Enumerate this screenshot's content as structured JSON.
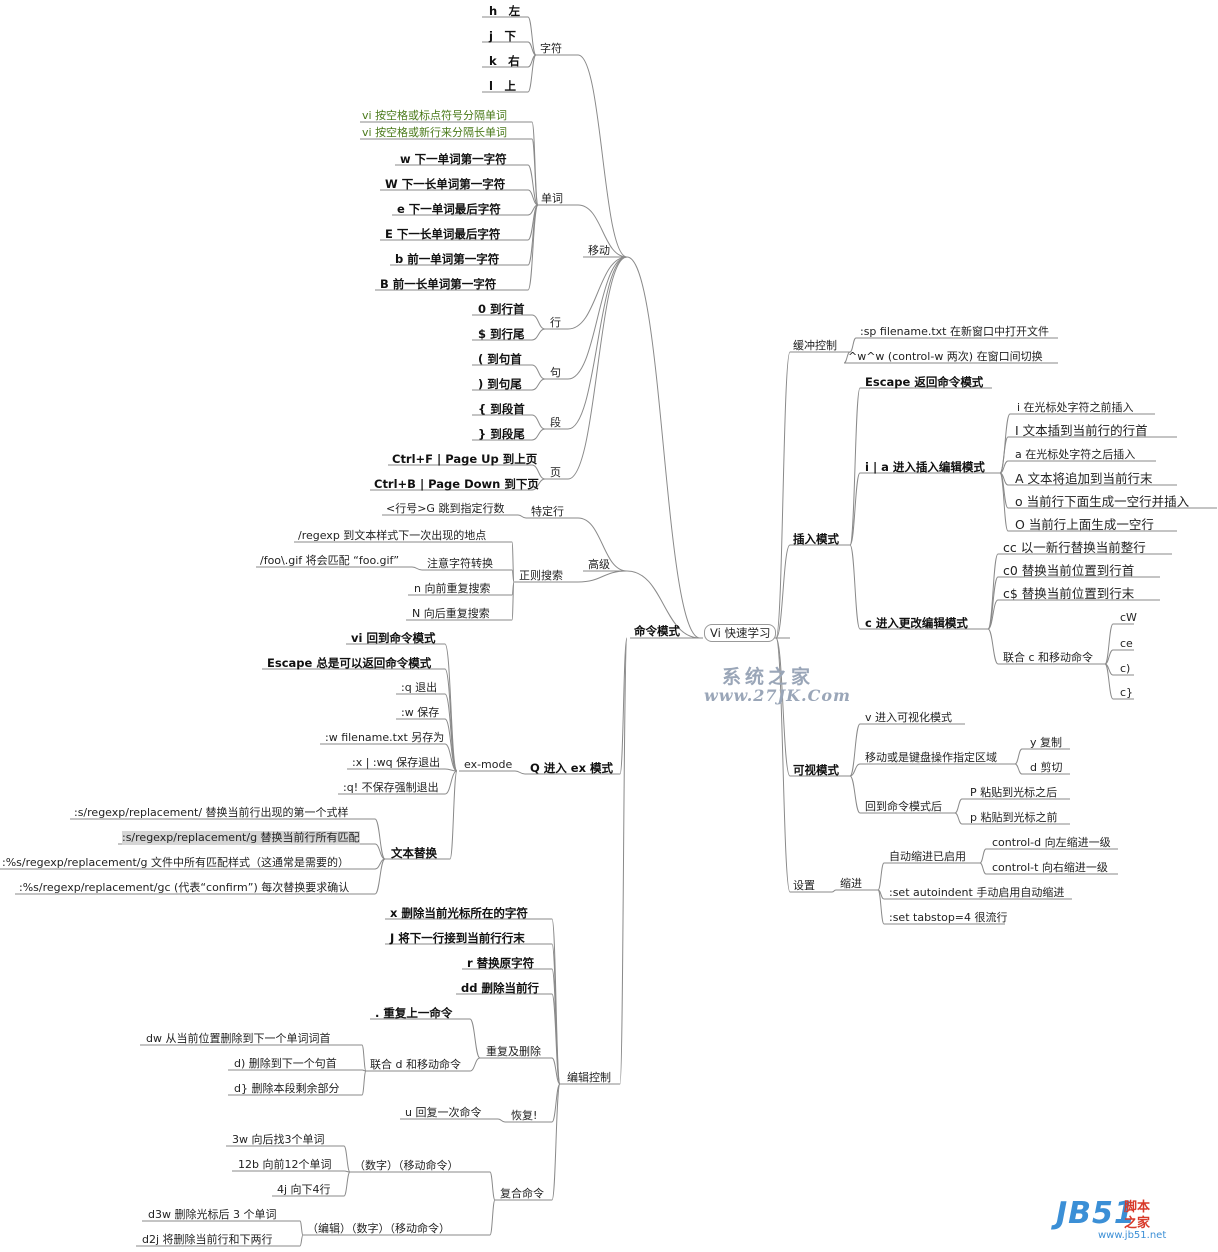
{
  "root": "Vi 快速学习",
  "watermark": {
    "line1": "系统之家",
    "line2": "www.27JK.Com"
  },
  "logo": {
    "brand": "JB51",
    "cn1": "脚本",
    "cn2": "之家",
    "url": "www.jb51.net"
  },
  "nodes": {
    "cmd": "命令模式",
    "move": "移动",
    "char": "字符",
    "c_h": "h　左",
    "c_j": "j　下",
    "c_k": "k　右",
    "c_l": "l　上",
    "wnote1": "vi 按空格或标点符号分隔单词",
    "wnote2": "vi 按空格或新行来分隔长单词",
    "word": "单词",
    "w1": "w  下一单词第一字符",
    "w2": "W  下一长单词第一字符",
    "w3": "e   下一单词最后字符",
    "w4": "E   下一长单词最后字符",
    "w5": "b    前一单词第一字符",
    "w6": "B    前一长单词第一字符",
    "line": "行",
    "l1": "0  到行首",
    "l2": "$  到行尾",
    "sent": "句",
    "s1": "(   到句首",
    "s2": ")   到句尾",
    "para": "段",
    "p1": "{   到段首",
    "p2": "}   到段尾",
    "page": "页",
    "pg1": "Ctrl+F | Page Up   到上页",
    "pg2": "Ctrl+B | Page Down   到下页",
    "adv": "高级",
    "spec": "特定行",
    "spec1": "<行号>G  跳到指定行数",
    "regex": "正则搜索",
    "rg1": "/regexp  到文本样式下一次出现的地点",
    "rgnote": "注意字符转换",
    "rgnote1": "/foo\\.gif 将会匹配 “foo.gif”",
    "rg2": "n  向前重复搜索",
    "rg3": "N  向后重复搜索",
    "exQ": "Q 进入 ex 模式",
    "exmode": "ex-mode",
    "ex1": "vi 回到命令模式",
    "ex2": "Escape 总是可以返回命令模式",
    "ex3": ":q  退出",
    "ex4": ":w  保存",
    "ex5": ":w filename.txt  另存为",
    "ex6": ":x | :wq  保存退出",
    "ex7": ":q!  不保存强制退出",
    "sub": "文本替换",
    "sub1": ":s/regexp/replacement/     替换当前行出现的第一个式样",
    "sub2": ":s/regexp/replacement/g  替换当前行所有匹配",
    "sub3": ":%s/regexp/replacement/g    文件中所有匹配样式（这通常是需要的）",
    "sub4": ":%s/regexp/replacement/gc (代表“confirm”) 每次替换要求确认",
    "edit": "编辑控制",
    "e1": "x  删除当前光标所在的字符",
    "e2": "J  将下一行接到当前行行末",
    "e3": "r   替换原字符",
    "e4": "dd  删除当前行",
    "rep": "重复及删除",
    "rep1": ".   重复上一命令",
    "dmove": "联合 d 和移动命令",
    "d1": "dw   从当前位置删除到下一个单词词首",
    "d2": "d)   删除到下一个句首",
    "d3": "d}   删除本段剩余部分",
    "undo": "恢复!",
    "undo1": "u  回复一次命令",
    "comp": "复合命令",
    "nm": "（数字）（移动命令）",
    "nm1": "3w   向后找3个单词",
    "nm2": "12b 向前12个单词",
    "nm3": "4j  向下4行",
    "enm": "（编辑）（数字）（移动命令）",
    "enm1": "d3w   删除光标后 3 个单词",
    "enm2": "d2j   将删除当前行和下两行",
    "buf": "缓冲控制",
    "buf1": ":sp filename.txt  在新窗口中打开文件",
    "buf2": "^w^w (control-w 两次)  在窗口间切换",
    "ins": "插入模式",
    "insEsc": "Escape 返回命令模式",
    "insIA": "i | a  进入插入编辑模式",
    "ia1": "i   在光标处字符之前插入",
    "ia2": "I    文本插到当前行的行首",
    "ia3": "a   在光标处字符之后插入",
    "ia4": "A   文本将追加到当前行末",
    "ia5": "o    当前行下面生成一空行并插入",
    "ia6": "O    当前行上面生成一空行",
    "insC": "c  进入更改编辑模式",
    "cc1": "cc    以一新行替换当前整行",
    "cc2": "c0    替换当前位置到行首",
    "cc3": "c$    替换当前位置到行末",
    "cmove": "联合 c 和移动命令",
    "cm1": "cW",
    "cm2": "ce",
    "cm3": "c)",
    "cm4": "c}",
    "vis": "可视模式",
    "vis1": "v  进入可视化模式",
    "vsel": "移动或是键盘操作指定区域",
    "vy": "y   复制",
    "vd": "d   剪切",
    "vback": "回到命令模式后",
    "vP": "P  粘贴到光标之后",
    "vp": "p  粘贴到光标之前",
    "set": "设置",
    "indent": "缩进",
    "auto": "自动缩进已启用",
    "auto1": "control-d  向左缩进一级",
    "auto2": "control-t  向右缩进一级",
    "ai": ":set autoindent  手动启用自动缩进",
    "ts": ":set tabstop=4  很流行"
  }
}
